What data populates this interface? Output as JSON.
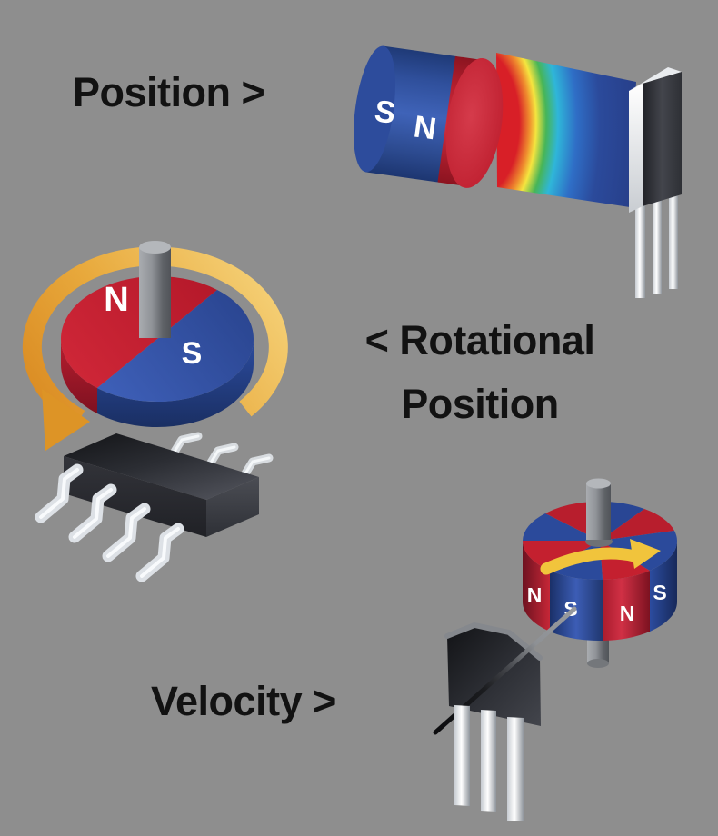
{
  "canvas": {
    "background": "#8e8e8e"
  },
  "captions": {
    "position": "Position >",
    "rotational_line1": "< Rotational",
    "rotational_line2": "Position",
    "velocity": "Velocity >"
  },
  "magnets": {
    "linear": {
      "left": "S",
      "right": "N"
    },
    "disc": {
      "north": "N",
      "south": "S"
    },
    "ring": {
      "poles": [
        "N",
        "S",
        "N",
        "S"
      ]
    }
  },
  "colors": {
    "magnet_red": "#c8202f",
    "magnet_blue": "#2b4a9b",
    "rotation_arrow_orange": "#e8a93c",
    "rotation_arrow_yellow": "#f1c43c",
    "caption_text": "#121212",
    "background": "#8e8e8e"
  }
}
